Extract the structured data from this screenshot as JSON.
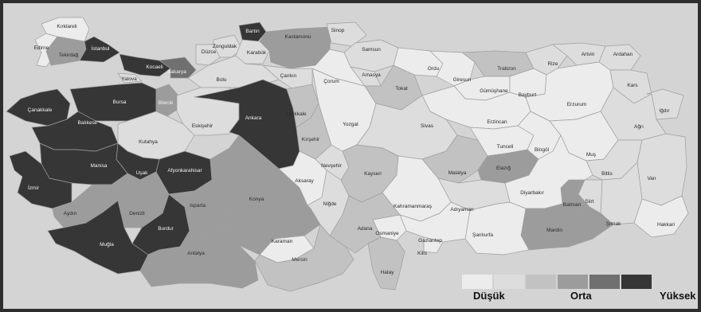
{
  "map": {
    "labels": {
      "kirklareli": "Kırklareli",
      "edirne": "Edirne",
      "tekirdag": "Tekirdağ",
      "istanbul": "İstanbul",
      "kocaeli": "Kocaeli",
      "yalova": "Yalova",
      "sakarya": "Sakarya",
      "duzce": "Düzce",
      "zonguldak": "Zonguldak",
      "bartin": "Bartın",
      "karabuk": "Karabük",
      "kastamonu": "Kastamonu",
      "sinop": "Sinop",
      "samsun": "Samsun",
      "ordu": "Ordu",
      "giresun": "Giresun",
      "trabzon": "Trabzon",
      "rize": "Rize",
      "artvin": "Artvin",
      "ardahan": "Ardahan",
      "kars": "Kars",
      "igdir": "Iğdır",
      "agri": "Ağrı",
      "erzurum": "Erzurum",
      "bayburt": "Bayburt",
      "gumushane": "Gümüşhane",
      "erzincan": "Erzincan",
      "tunceli": "Tunceli",
      "bingol": "Bingöl",
      "mus": "Muş",
      "bitlis": "Bitlis",
      "van": "Van",
      "hakkari": "Hakkari",
      "sirnak": "Şırnak",
      "siirt": "Siirt",
      "batman": "Batman",
      "mardin": "Mardin",
      "diyarbakir": "Diyarbakır",
      "elazig": "Elazığ",
      "malatya": "Malatya",
      "adiyaman": "Adıyaman",
      "sanliurfa": "Şanlıurfa",
      "gaziantep": "Gaziantep",
      "kilis": "Kilis",
      "hatay": "Hatay",
      "osmaniye": "Osmaniye",
      "adana": "Adana",
      "kahramanmaras": "Kahramanmaraş",
      "mersin": "Mersin",
      "karaman": "Karaman",
      "nigde": "Niğde",
      "kayseri": "Kayseri",
      "sivas": "Sivas",
      "tokat": "Tokat",
      "amasya": "Amasya",
      "corum": "Çorum",
      "yozgat": "Yozgat",
      "kirsehir": "Kırşehir",
      "nevsehir": "Nevşehir",
      "aksaray": "Aksaray",
      "kirikkale": "Kırıkkale",
      "ankara": "Ankara",
      "cankiri": "Çankırı",
      "bolu": "Bolu",
      "bilecik": "Bilecik",
      "eskisehir": "Eskişehir",
      "bursa": "Bursa",
      "balikesir": "Balıkesir",
      "canakkale": "Çanakkale",
      "kutahya": "Kutahya",
      "afyonkarahisar": "Afyonkarahisar",
      "usak": "Uşak",
      "manisa": "Manisa",
      "izmir": "İzmir",
      "aydin": "Aydın",
      "denizli": "Denizli",
      "mugla": "Muğla",
      "burdur": "Burdur",
      "isparta": "Isparta",
      "antalya": "Antalya",
      "konya": "Konya"
    },
    "levels": {
      "edirne": 1,
      "kirklareli": 1,
      "tekirdag": 4,
      "istanbul": 6,
      "kocaeli": 6,
      "yalova": 2,
      "sakarya": 5,
      "duzce": 2,
      "zonguldak": 2,
      "bartin": 6,
      "karabuk": 2,
      "kastamonu": 4,
      "sinop": 2,
      "samsun": 2,
      "ordu": 1,
      "giresun": 1,
      "trabzon": 3,
      "rize": 2,
      "artvin": 2,
      "ardahan": 2,
      "kars": 2,
      "igdir": 2,
      "agri": 2,
      "erzurum": 1,
      "bayburt": 1,
      "gumushane": 1,
      "erzincan": 1,
      "tunceli": 1,
      "bingol": 1,
      "mus": 1,
      "bitlis": 2,
      "van": 2,
      "hakkari": 1,
      "sirnak": 2,
      "siirt": 2,
      "batman": 4,
      "mardin": 4,
      "diyarbakir": 1,
      "elazig": 4,
      "malatya": 3,
      "adiyaman": 2,
      "sanliurfa": 1,
      "gaziantep": 1,
      "kilis": 1,
      "hatay": 3,
      "osmaniye": 1,
      "adana": 3,
      "kahramanmaras": 1,
      "mersin": 3,
      "karaman": 1,
      "nigde": 2,
      "kayseri": 3,
      "sivas": 2,
      "tokat": 3,
      "amasya": 2,
      "corum": 1,
      "yozgat": 1,
      "kirsehir": 3,
      "nevsehir": 2,
      "aksaray": 1,
      "kirikkale": 3,
      "ankara": 6,
      "cankiri": 2,
      "bolu": 2,
      "bilecik": 4,
      "eskisehir": 2,
      "bursa": 6,
      "balikesir": 6,
      "canakkale": 6,
      "kutahya": 2,
      "afyonkarahisar": 6,
      "usak": 6,
      "manisa": 6,
      "izmir": 6,
      "aydin": 4,
      "denizli": 4,
      "mugla": 6,
      "burdur": 6,
      "isparta": 4,
      "antalya": 4,
      "konya": 4
    },
    "colors": {
      "sea": "#d4d4d4",
      "levels": [
        "#d4d4d4",
        "#ececec",
        "#dddddd",
        "#c2c2c2",
        "#9c9c9c",
        "#707070",
        "#363636"
      ],
      "border": "#9e9e9e"
    }
  },
  "legend": {
    "low_label": "Düşük",
    "mid_label": "Orta",
    "high_label": "Yüksek",
    "swatch_levels": [
      1,
      2,
      3,
      4,
      5,
      6
    ]
  }
}
